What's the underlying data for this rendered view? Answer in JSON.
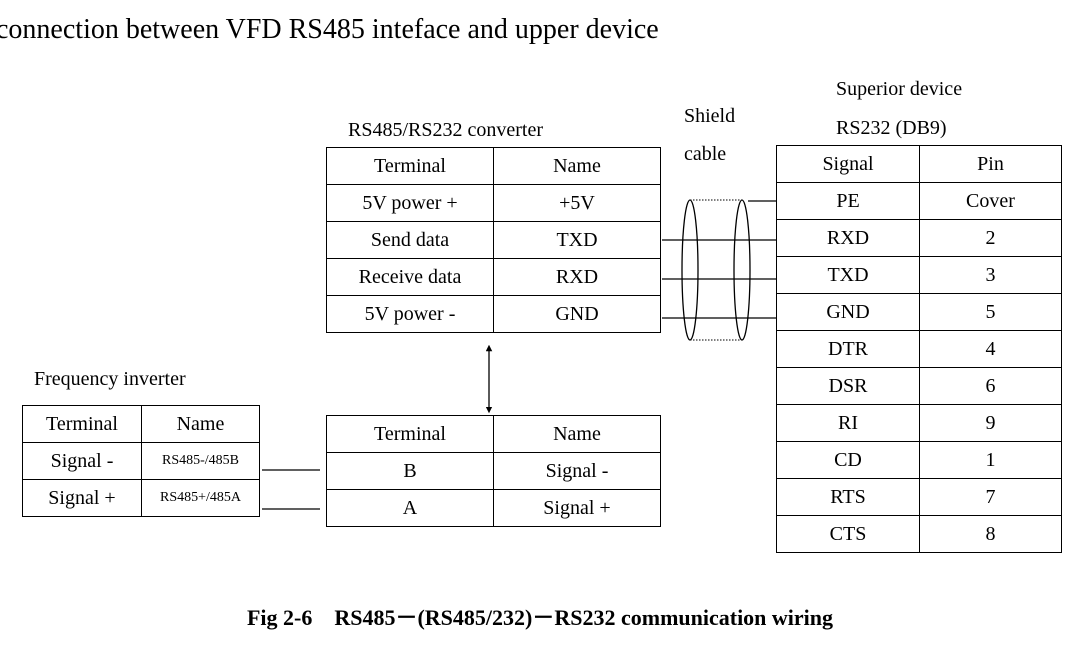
{
  "heading": "connection between VFD RS485 inteface and upper device",
  "caption": "Fig 2-6    RS485－(RS485/232)－RS232 communication wiring",
  "converter": {
    "title": "RS485/RS232 converter",
    "header": [
      "Terminal",
      "Name"
    ],
    "rows": [
      [
        "5V power +",
        "+5V"
      ],
      [
        "Send data",
        "TXD"
      ],
      [
        "Receive data",
        "RXD"
      ],
      [
        "5V power -",
        "GND"
      ]
    ],
    "lower_header": [
      "Terminal",
      "Name"
    ],
    "lower_rows": [
      [
        "B",
        "Signal -"
      ],
      [
        "A",
        "Signal +"
      ]
    ]
  },
  "cable": {
    "line1": "Shield",
    "line2": "cable"
  },
  "superior": {
    "title1": "Superior device",
    "title2": "RS232 (DB9)",
    "header": [
      "Signal",
      "Pin"
    ],
    "rows": [
      [
        "PE",
        "Cover"
      ],
      [
        "RXD",
        "2"
      ],
      [
        "TXD",
        "3"
      ],
      [
        "GND",
        "5"
      ],
      [
        "DTR",
        "4"
      ],
      [
        "DSR",
        "6"
      ],
      [
        "RI",
        "9"
      ],
      [
        "CD",
        "1"
      ],
      [
        "RTS",
        "7"
      ],
      [
        "CTS",
        "8"
      ]
    ]
  },
  "inverter": {
    "title": "Frequency inverter",
    "header": [
      "Terminal",
      "Name"
    ],
    "rows": [
      [
        "Signal -",
        "RS485-/485B"
      ],
      [
        "Signal +",
        "RS485+/485A"
      ]
    ]
  }
}
